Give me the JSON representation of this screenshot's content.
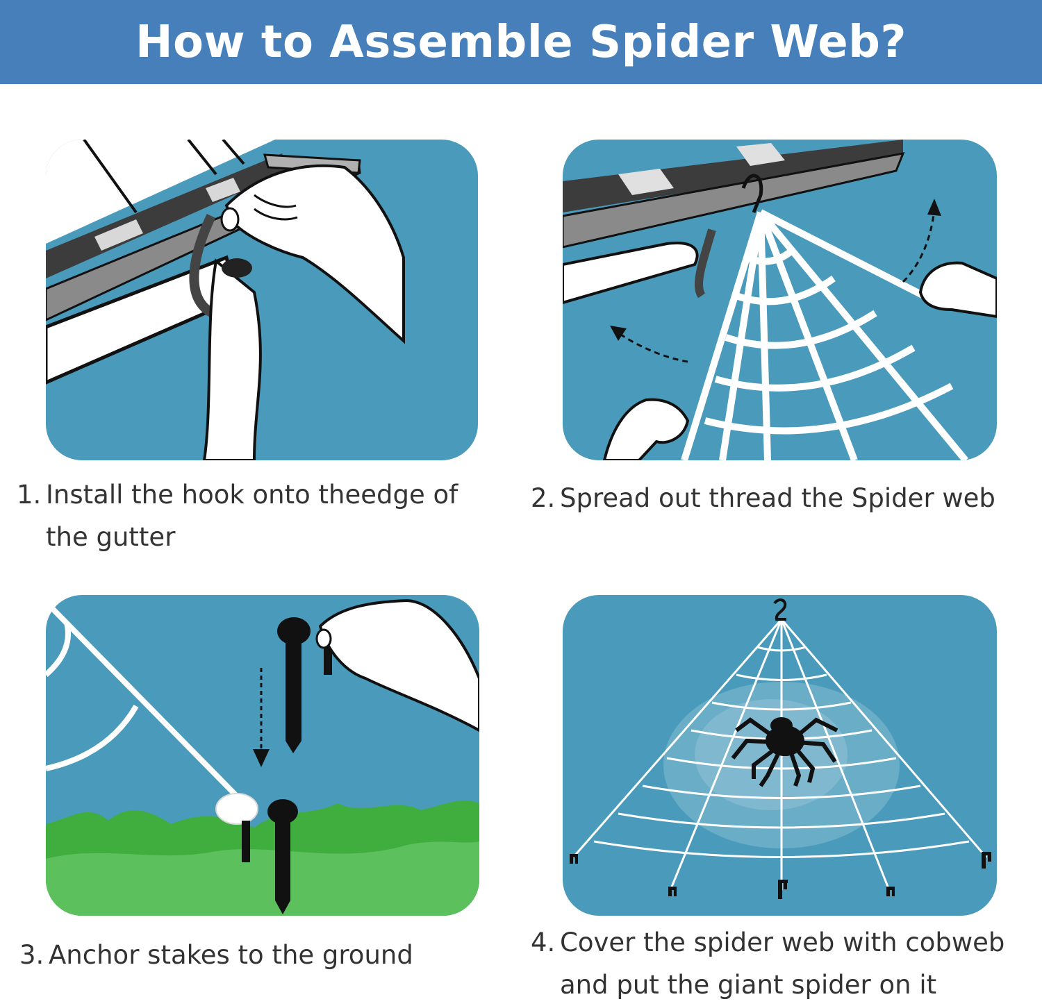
{
  "header": {
    "title": "How to Assemble Spider Web?",
    "background": "#467fb9"
  },
  "panel_background": "#4a9bbb",
  "steps": [
    {
      "number": "1.",
      "text": "Install the hook onto theedge of the gutter"
    },
    {
      "number": "2.",
      "text": "Spread out thread the Spider web"
    },
    {
      "number": "3.",
      "text": "Anchor stakes to the ground"
    },
    {
      "number": "4.",
      "text": "Cover the spider web with cobweb and put the giant  spider on it"
    }
  ]
}
